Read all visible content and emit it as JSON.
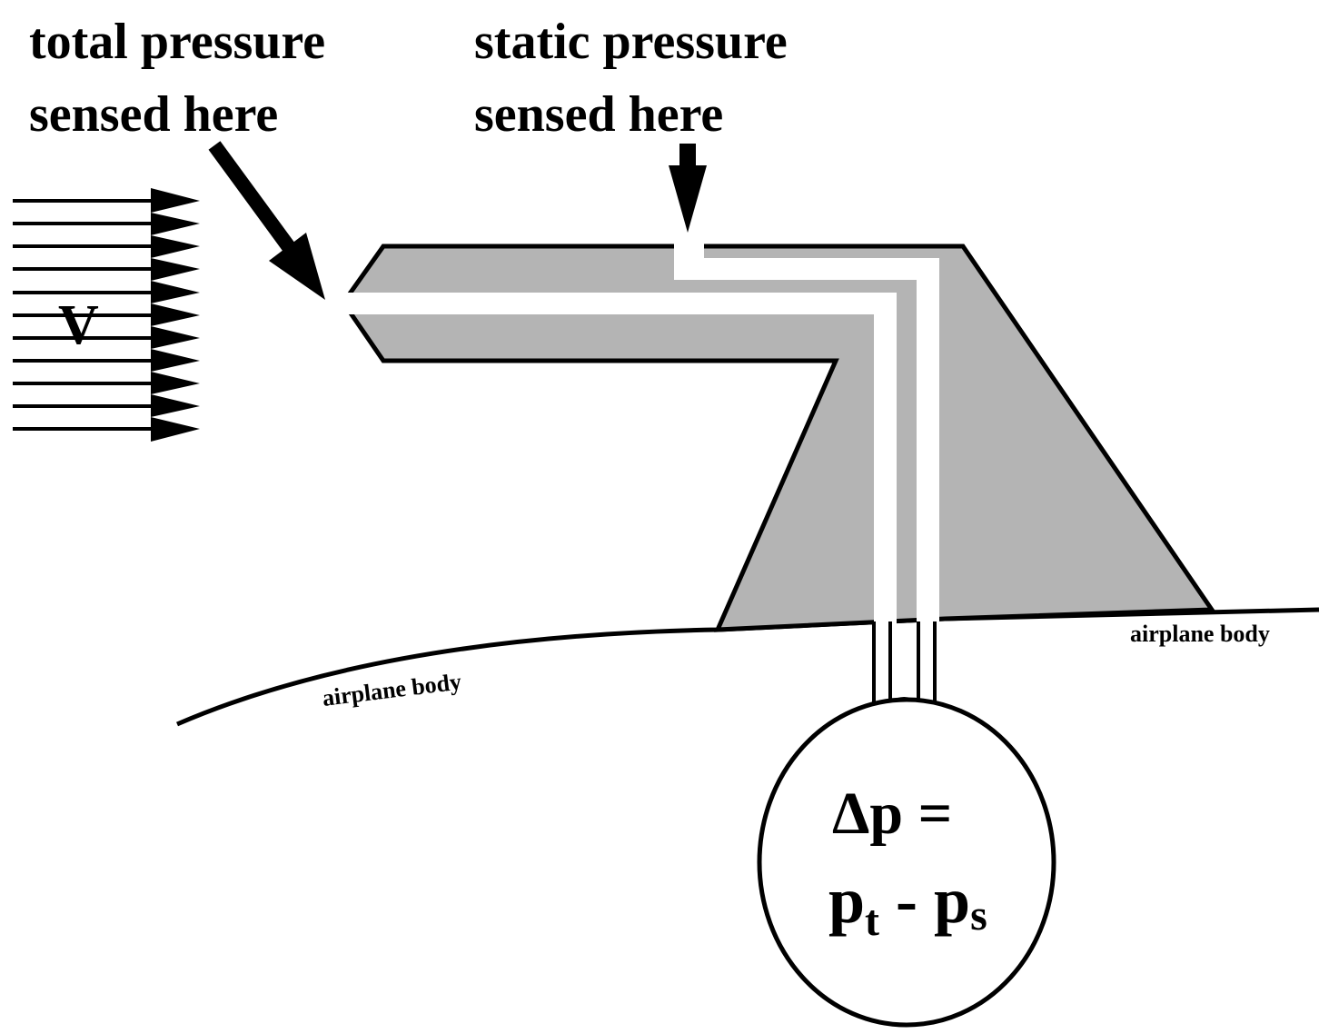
{
  "labels": {
    "total_line1": "total pressure",
    "total_line2": "sensed here",
    "static_line1": "static pressure",
    "static_line2": "sensed here",
    "velocity": "V",
    "body_left": "airplane body",
    "body_right": "airplane body",
    "gauge_line1": "Δp =",
    "gauge_pt": "p",
    "gauge_pt_sub": "t",
    "gauge_minus": " - ",
    "gauge_ps": "p",
    "gauge_ps_sub": "s"
  },
  "colors": {
    "probe_fill": "#b4b4b4",
    "stroke": "#000000",
    "tube": "#ffffff",
    "background": "#ffffff"
  }
}
